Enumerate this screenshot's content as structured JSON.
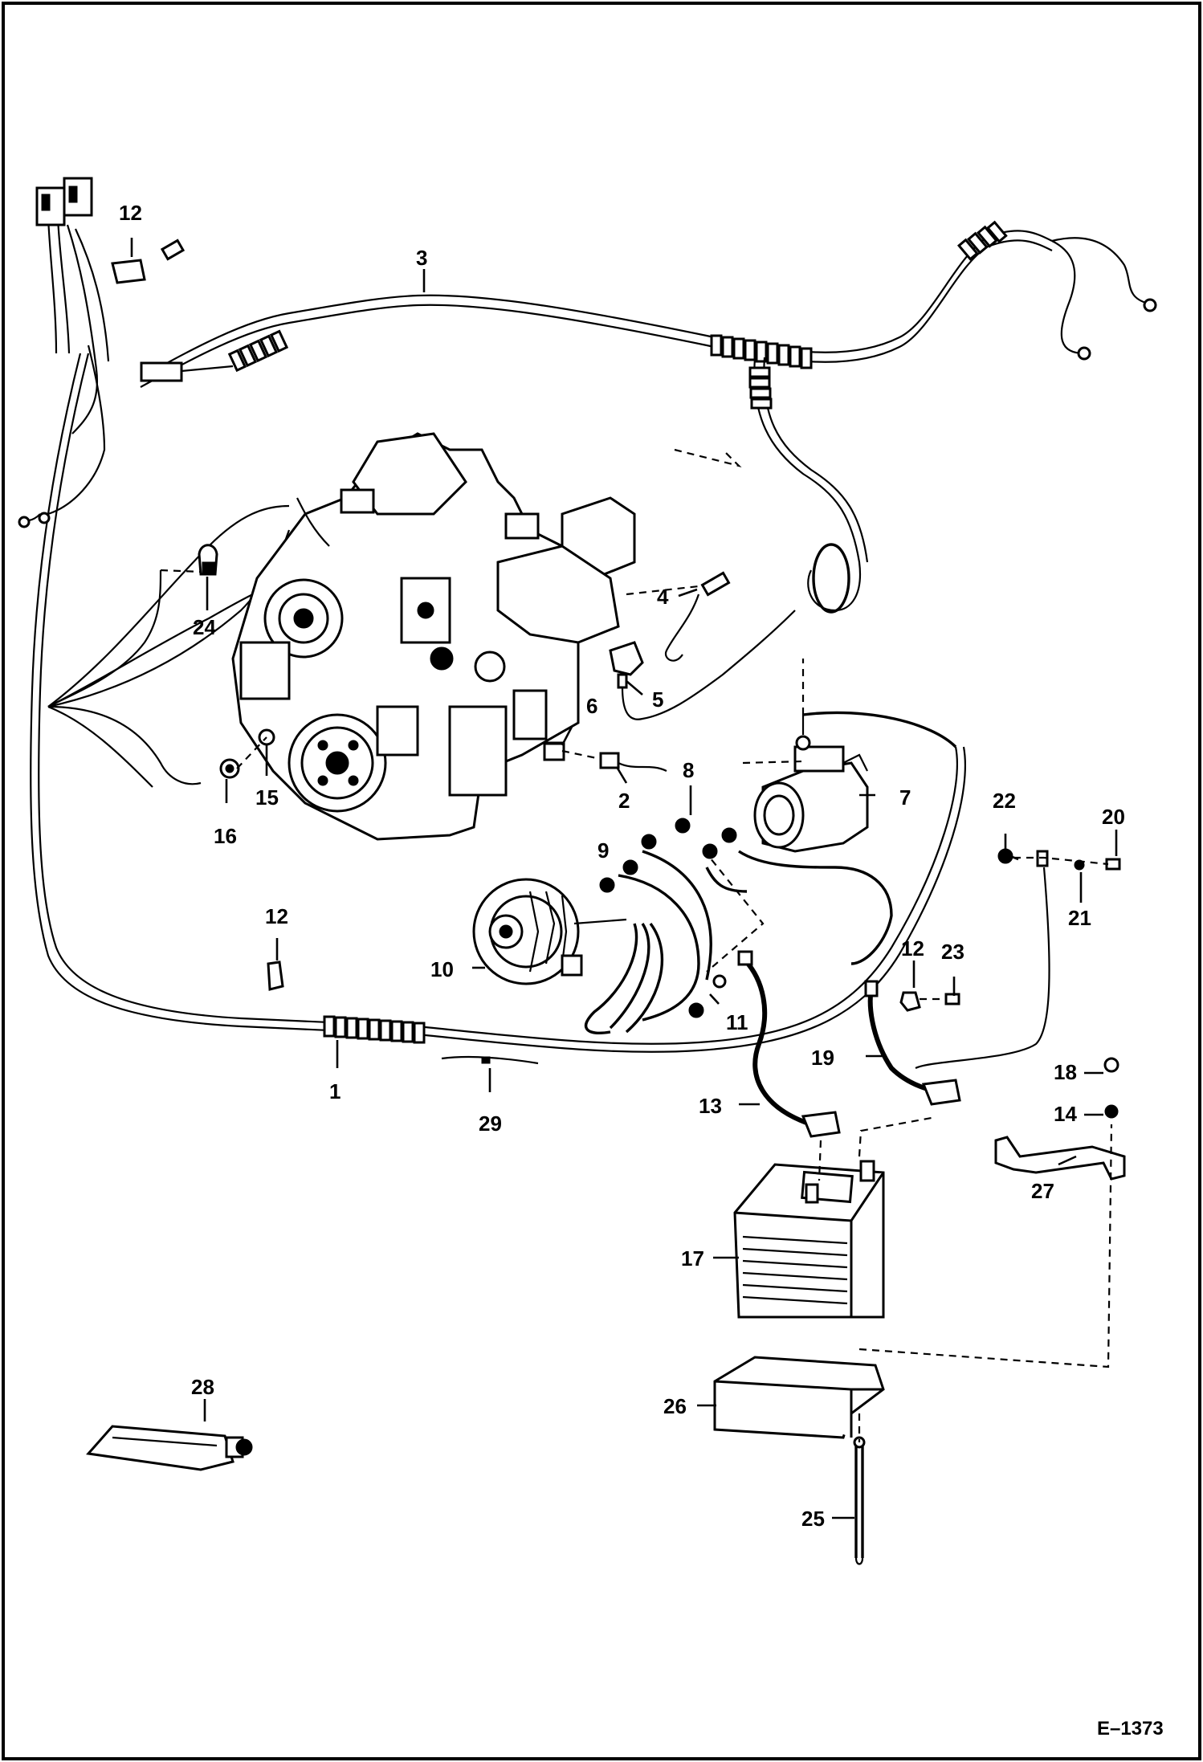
{
  "figure_id": "E–1373",
  "callouts": {
    "c1": "1",
    "c2": "2",
    "c3": "3",
    "c4": "4",
    "c5": "5",
    "c6": "6",
    "c7": "7",
    "c8": "8",
    "c9": "9",
    "c10": "10",
    "c11": "11",
    "c12a": "12",
    "c12b": "12",
    "c12c": "12",
    "c13": "13",
    "c14": "14",
    "c15": "15",
    "c16": "16",
    "c17": "17",
    "c18": "18",
    "c19": "19",
    "c20": "20",
    "c21": "21",
    "c22": "22",
    "c23": "23",
    "c24": "24",
    "c25": "25",
    "c26": "26",
    "c27": "27",
    "c28": "28",
    "c29": "29"
  }
}
